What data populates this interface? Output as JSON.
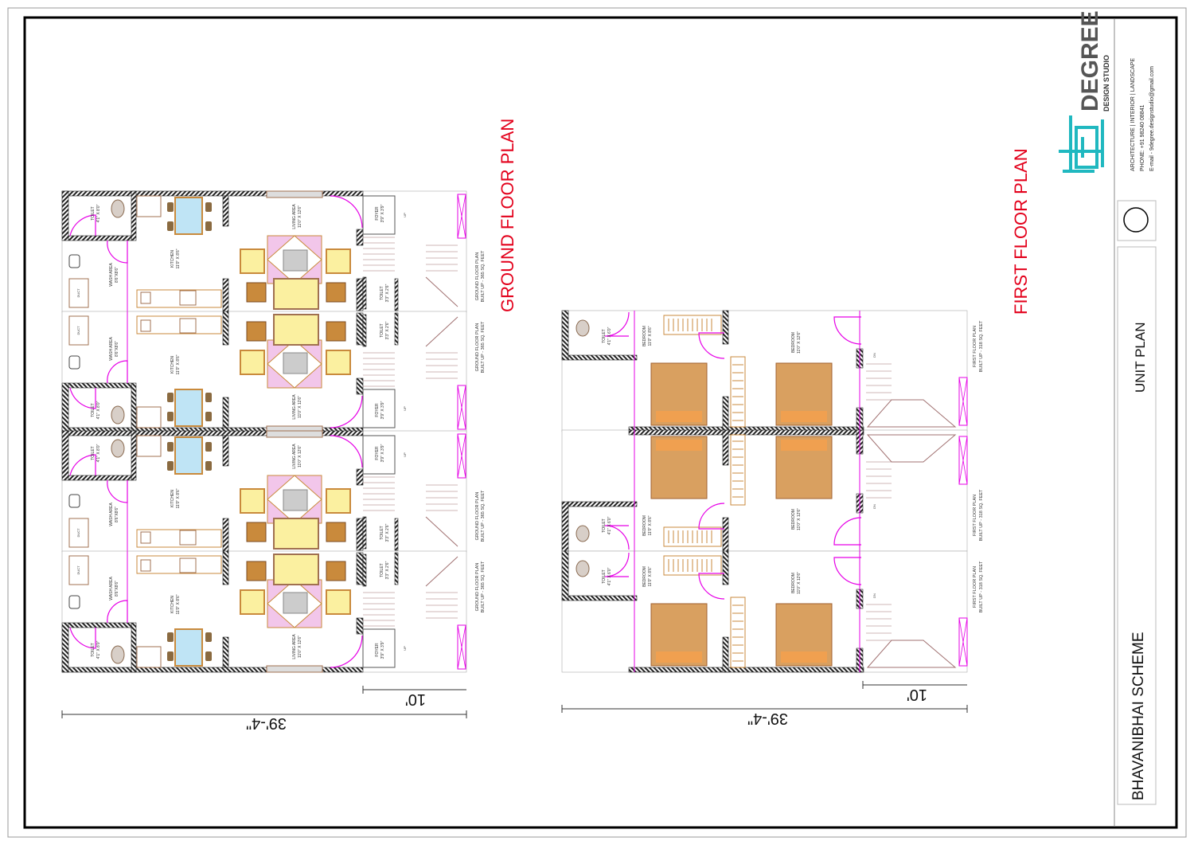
{
  "title_block": {
    "logo_text": "DEGREE",
    "logo_subtext": "DESIGN STUDIO",
    "tagline": "ARCHITECTURE | INTERIOR | LANDSCAPE",
    "phone": "PHONE: +91 98240 08841",
    "email": "E-mail - 9degree.designstudio@gmail.com",
    "sheet_title": "UNIT PLAN",
    "project_name": "BHAVANIBHAI SCHEME"
  },
  "colors": {
    "accent": "#e3001b",
    "logo": "#20b8c0",
    "door": "#e600e6",
    "wood": "#c98a3c"
  },
  "ground_floor": {
    "heading": "GROUND FLOOR PLAN",
    "overall_dim": "39'-4\"",
    "front_dim": "10'",
    "unit_caption_1": "GROUND FLOOR PLAN",
    "unit_caption_2": "BUILT UP - 365 SQ. FEET",
    "rooms": {
      "toilet": "TOILET",
      "toilet_size": "4'1\" X 8'0\"",
      "wash": "WASH AREA",
      "wash_size": "8'6\"X8'6\"",
      "kitchen": "KITCHEN",
      "kitchen_size": "11'0\" X 8'6\"",
      "living": "LIVING AREA",
      "living_size": "11'0\" X 12'6\"",
      "foyer": "FOYER",
      "foyer_size": "3'9\" X 3'9\"",
      "toilet2": "TOILET",
      "toilet2_size": "3'3\" X 2'6\"",
      "duct": "DUCT",
      "up": "UP"
    }
  },
  "first_floor": {
    "heading": "FIRST FLOOR PLAN",
    "overall_dim": "39'-4\"",
    "front_dim": "10'",
    "unit_caption_1": "FIRST FLOOR PLAN",
    "unit_caption_2": "BUILT UP - 318 SQ. FEET",
    "rooms": {
      "toilet": "TOILET",
      "toilet_size": "4'1\" X 6'0\"",
      "bedroom1": "BEDROOM",
      "bedroom1_size": "11'0\" X 8'6\"",
      "bedroom2": "BEDROOM",
      "bedroom2_size": "11'0\" X 12'6\"",
      "dn": "DN"
    }
  }
}
